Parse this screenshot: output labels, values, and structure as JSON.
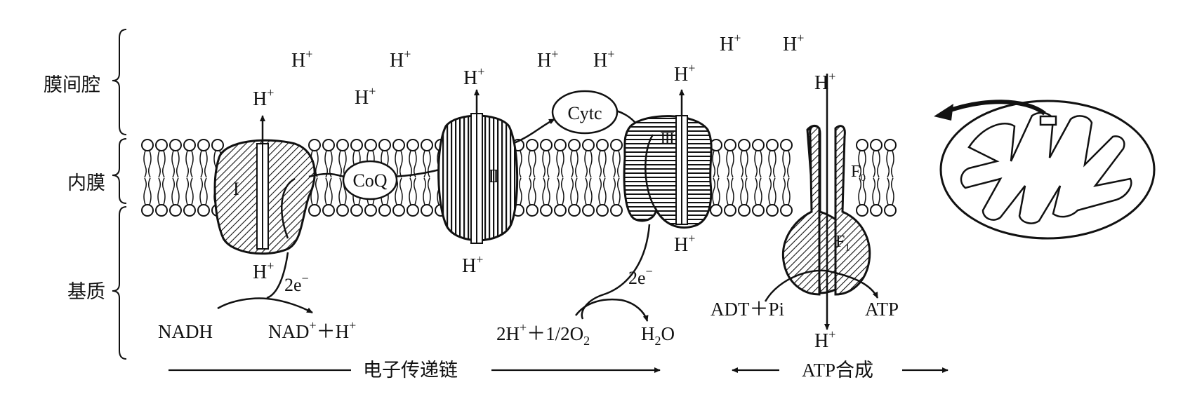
{
  "regions": {
    "intermembrane": "膜间腔",
    "inner_membrane": "内膜",
    "matrix": "基质"
  },
  "proton": {
    "base": "H",
    "sup": "+"
  },
  "complexes": {
    "complex1": "I",
    "complex3": "Ⅱ",
    "complex4": "Ⅲ",
    "coq": "CoQ",
    "cytc": "Cytc",
    "f0": {
      "base": "F",
      "sub": "0"
    },
    "f1": {
      "base": "F",
      "sub": "1"
    }
  },
  "electrons": {
    "base": "2e",
    "sup": "−"
  },
  "reactions": {
    "nadh": "NADH",
    "nad_plus": {
      "base": "NAD",
      "sup": "+",
      "rest": "＋H",
      "sup2": "+"
    },
    "oxygen": {
      "a": "2H",
      "sup": "+",
      "b": "＋1/2O",
      "sub": "2"
    },
    "water": {
      "a": "H",
      "sub": "2",
      "b": "O"
    },
    "adp": "ADT＋Pi",
    "atp": "ATP"
  },
  "footer": {
    "etc_label": "电子传递链",
    "atp_synthesis_label": "ATP合成"
  },
  "colors": {
    "ink": "#111111",
    "paper": "#ffffff"
  }
}
